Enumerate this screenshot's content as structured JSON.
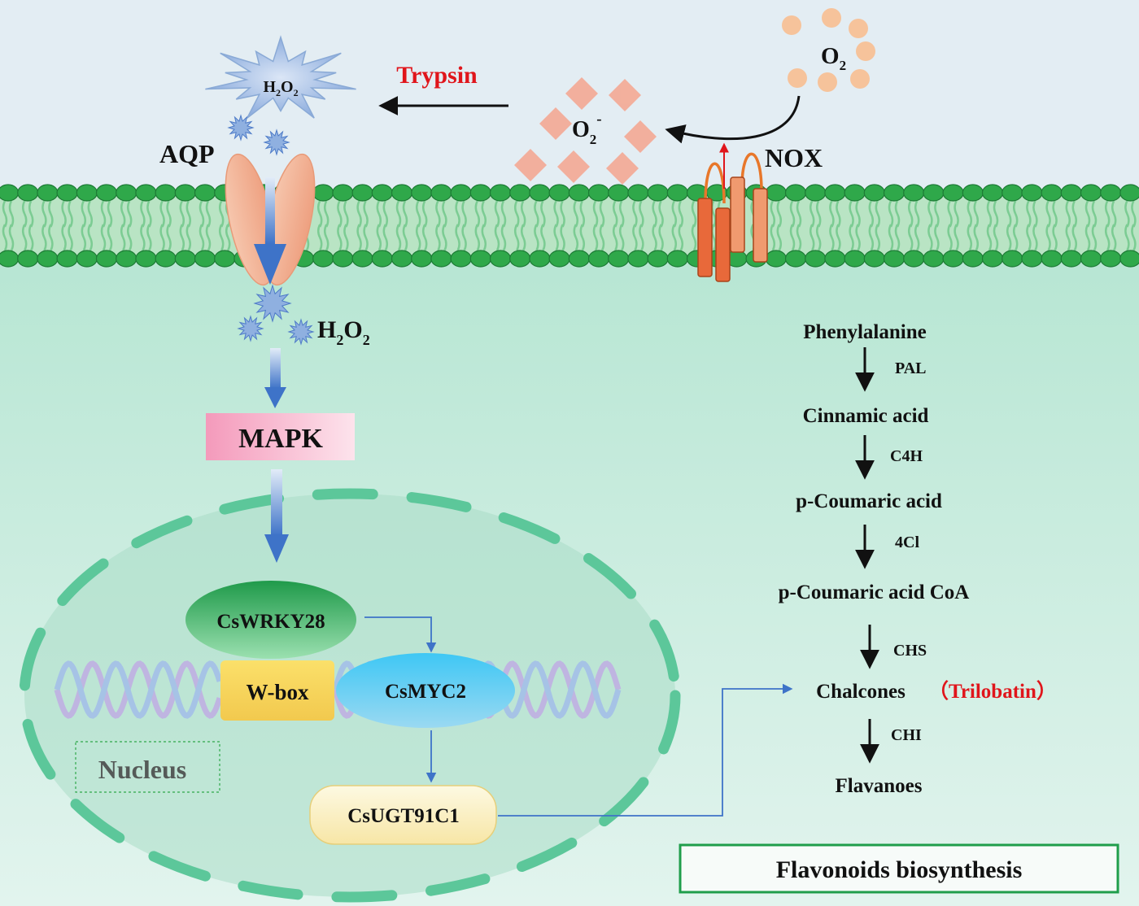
{
  "labels": {
    "h2o2_star": "H",
    "h2o2_star_sub1": "2",
    "h2o2_star_o": "O",
    "h2o2_star_sub2": "2",
    "trypsin": "Trypsin",
    "o2_top": "O",
    "o2_top_sub": "2",
    "superoxide": "O",
    "superoxide_sub": "2",
    "superoxide_sup": "-",
    "aqp": "AQP",
    "nox": "NOX",
    "h2o2_inside": "H",
    "h2o2_inside_sub1": "2",
    "h2o2_inside_o": "O",
    "h2o2_inside_sub2": "2",
    "mapk": "MAPK",
    "wrky": "CsWRKY28",
    "wbox": "W-box",
    "myc": "CsMYC2",
    "ugt": "CsUGT91C1",
    "nucleus": "Nucleus"
  },
  "pathway": {
    "compounds": [
      "Phenylalanine",
      "Cinnamic acid",
      "p-Coumaric acid",
      "p-Coumaric acid CoA",
      "Chalcones",
      "Flavanoes"
    ],
    "enzymes": [
      "PAL",
      "C4H",
      "4Cl",
      "CHS",
      "CHI"
    ],
    "trilobatin": "（Trilobatin）",
    "title": "Flavonoids biosynthesis"
  },
  "colors": {
    "extracellular": "#e3edf3",
    "cytoplasm": "#c2eadb",
    "membrane_head": "#2fa84a",
    "membrane_tail": "#8fd4a2",
    "nucleus_dash": "#5cc79a",
    "trypsin": "#e0151b",
    "trilobatin": "#e0151b",
    "arrow_blue": "#3e73c8",
    "aqp": "#f2b89c",
    "nox": "#e8693a",
    "o2_dot": "#f6c39b",
    "superoxide": "#f4a994",
    "mapk": "#f6b3c9",
    "wrky": "#2fae59",
    "myc": "#38bff0",
    "wbox": "#f4d957",
    "ugt": "#fbf2c8",
    "box_border": "#1f9e4b"
  }
}
